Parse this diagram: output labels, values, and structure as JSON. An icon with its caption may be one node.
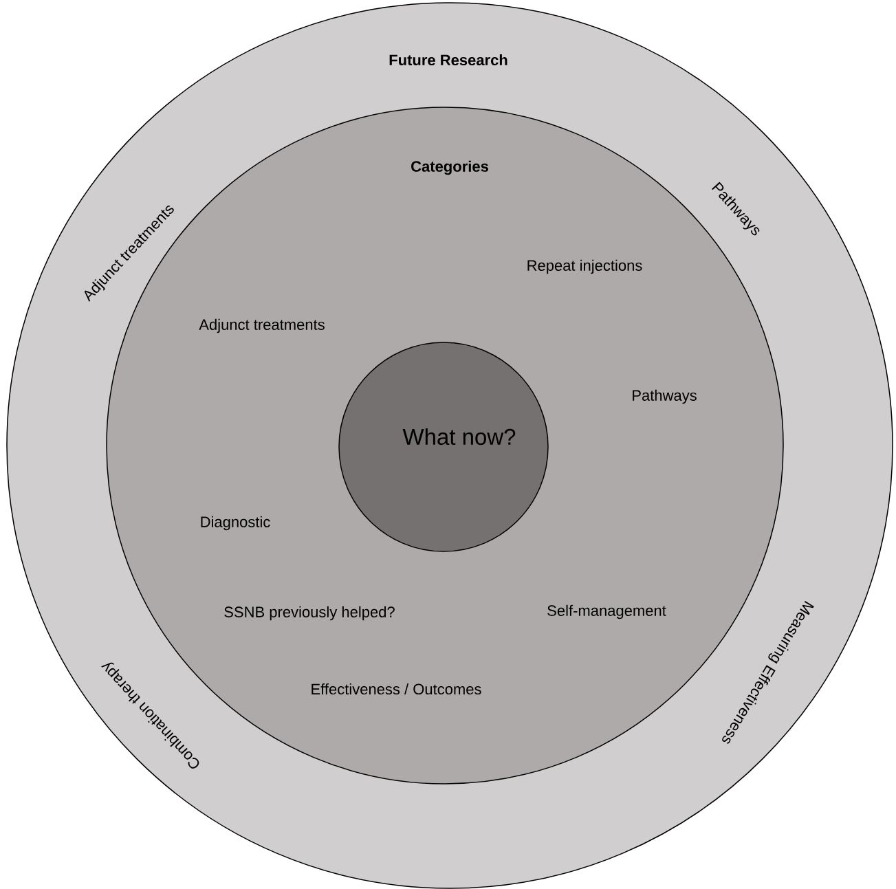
{
  "diagram": {
    "nodes": [
      {
        "text": [
          "Future Research",
          "Adjunct treatments",
          "Pathways",
          "Measuring Effectiveness",
          "Combination therapy"
        ]
      },
      {
        "text": [
          "Categories",
          "Repeat injections",
          "Adjunct treatments",
          "Pathways",
          "Diagnostic",
          "SSNB previously helped?",
          "Self-management",
          "Effectiveness / Outcomes"
        ],
        "in": 0
      },
      {
        "text": [
          "What now?"
        ],
        "in": 1
      }
    ]
  }
}
